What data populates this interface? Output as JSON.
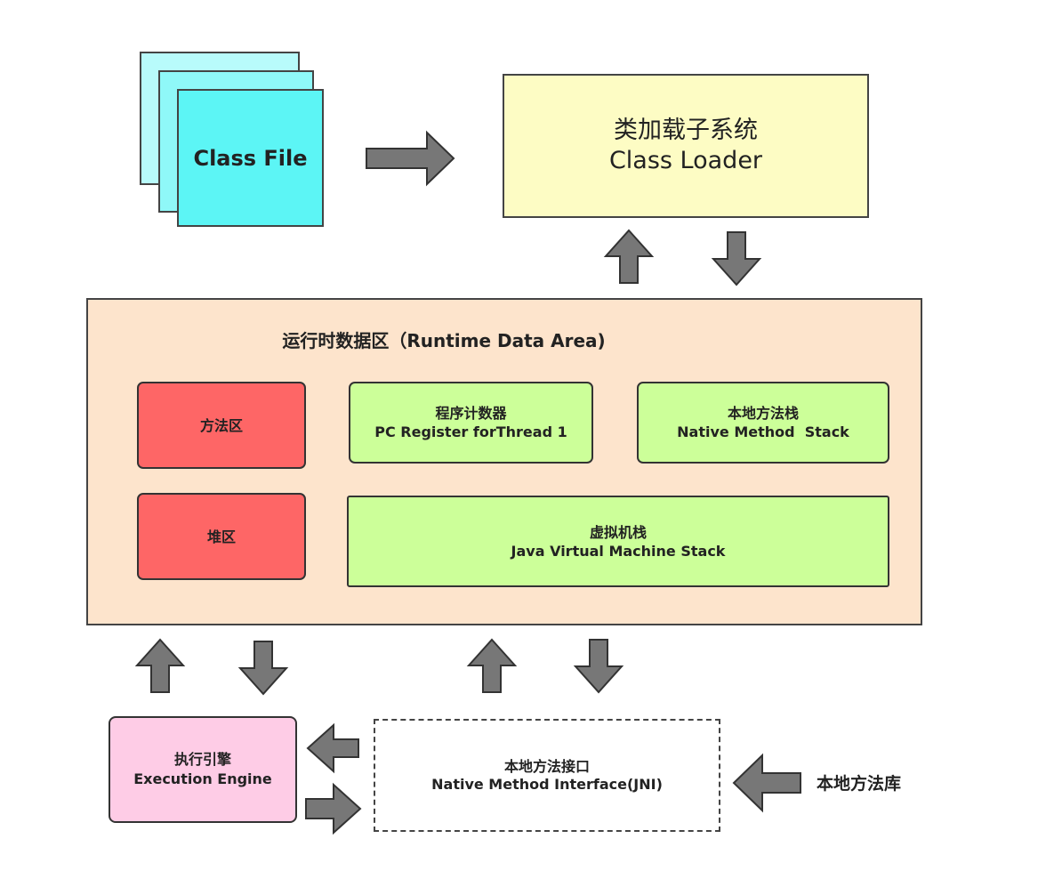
{
  "class_file": {
    "label": "Class File"
  },
  "class_loader": {
    "title_cn": "类加载子系统",
    "title_en": "Class Loader"
  },
  "runtime_data_area": {
    "title": "运行时数据区（Runtime Data Area)",
    "method_area": "方法区",
    "heap": "堆区",
    "pc_register": {
      "cn": "程序计数器",
      "en": "PC Register forThread 1"
    },
    "native_method_stack": {
      "cn": "本地方法栈",
      "en": "Native Method  Stack"
    },
    "jvm_stack": {
      "cn": "虚拟机栈",
      "en": "Java Virtual Machine Stack"
    }
  },
  "execution_engine": {
    "cn": "执行引擎",
    "en": "Execution Engine"
  },
  "native_interface": {
    "cn": "本地方法接口",
    "en": "Native Method Interface(JNI)"
  },
  "native_library": {
    "label": "本地方法库"
  },
  "colors": {
    "class_file": "#5cf5f5",
    "class_loader": "#fdfcc4",
    "runtime_area": "#fde4cc",
    "red_box": "#fe6666",
    "green_box": "#ccff99",
    "execution_engine": "#fecce6",
    "arrow": "#777777"
  }
}
